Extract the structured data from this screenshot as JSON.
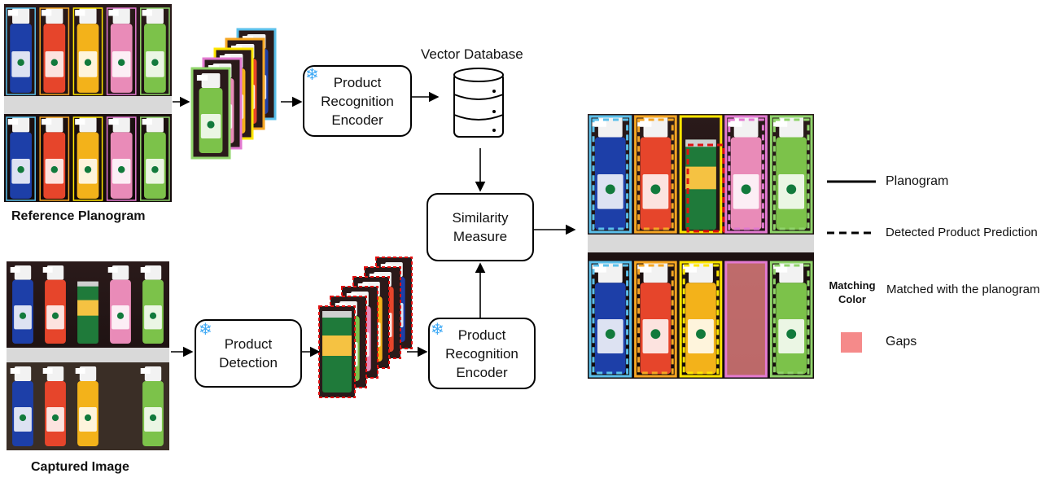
{
  "labels": {
    "reference": "Reference Planogram",
    "captured": "Captured Image",
    "vector_db": "Vector Database"
  },
  "boxes": {
    "encoder_top": [
      "Product",
      "Recognition",
      "Encoder"
    ],
    "detection": [
      "Product",
      "Detection"
    ],
    "encoder_bottom": [
      "Product",
      "Recognition",
      "Encoder"
    ],
    "similarity": [
      "Similarity",
      "Measure"
    ]
  },
  "legend": {
    "planogram": "Planogram",
    "detected": "Detected Product Prediction",
    "matching_label_1": "Matching",
    "matching_label_2": "Color",
    "matching_desc": "Matched with the planogram",
    "gaps": "Gaps"
  },
  "icons": [
    "snowflake-icon",
    "database-icon"
  ],
  "colors": {
    "blue": "#5bc0eb",
    "orange": "#f5a623",
    "yellow": "#ffe600",
    "pink": "#e37ad1",
    "green": "#8fd46a",
    "red": "#e01010",
    "gap": "#f58a8a"
  }
}
